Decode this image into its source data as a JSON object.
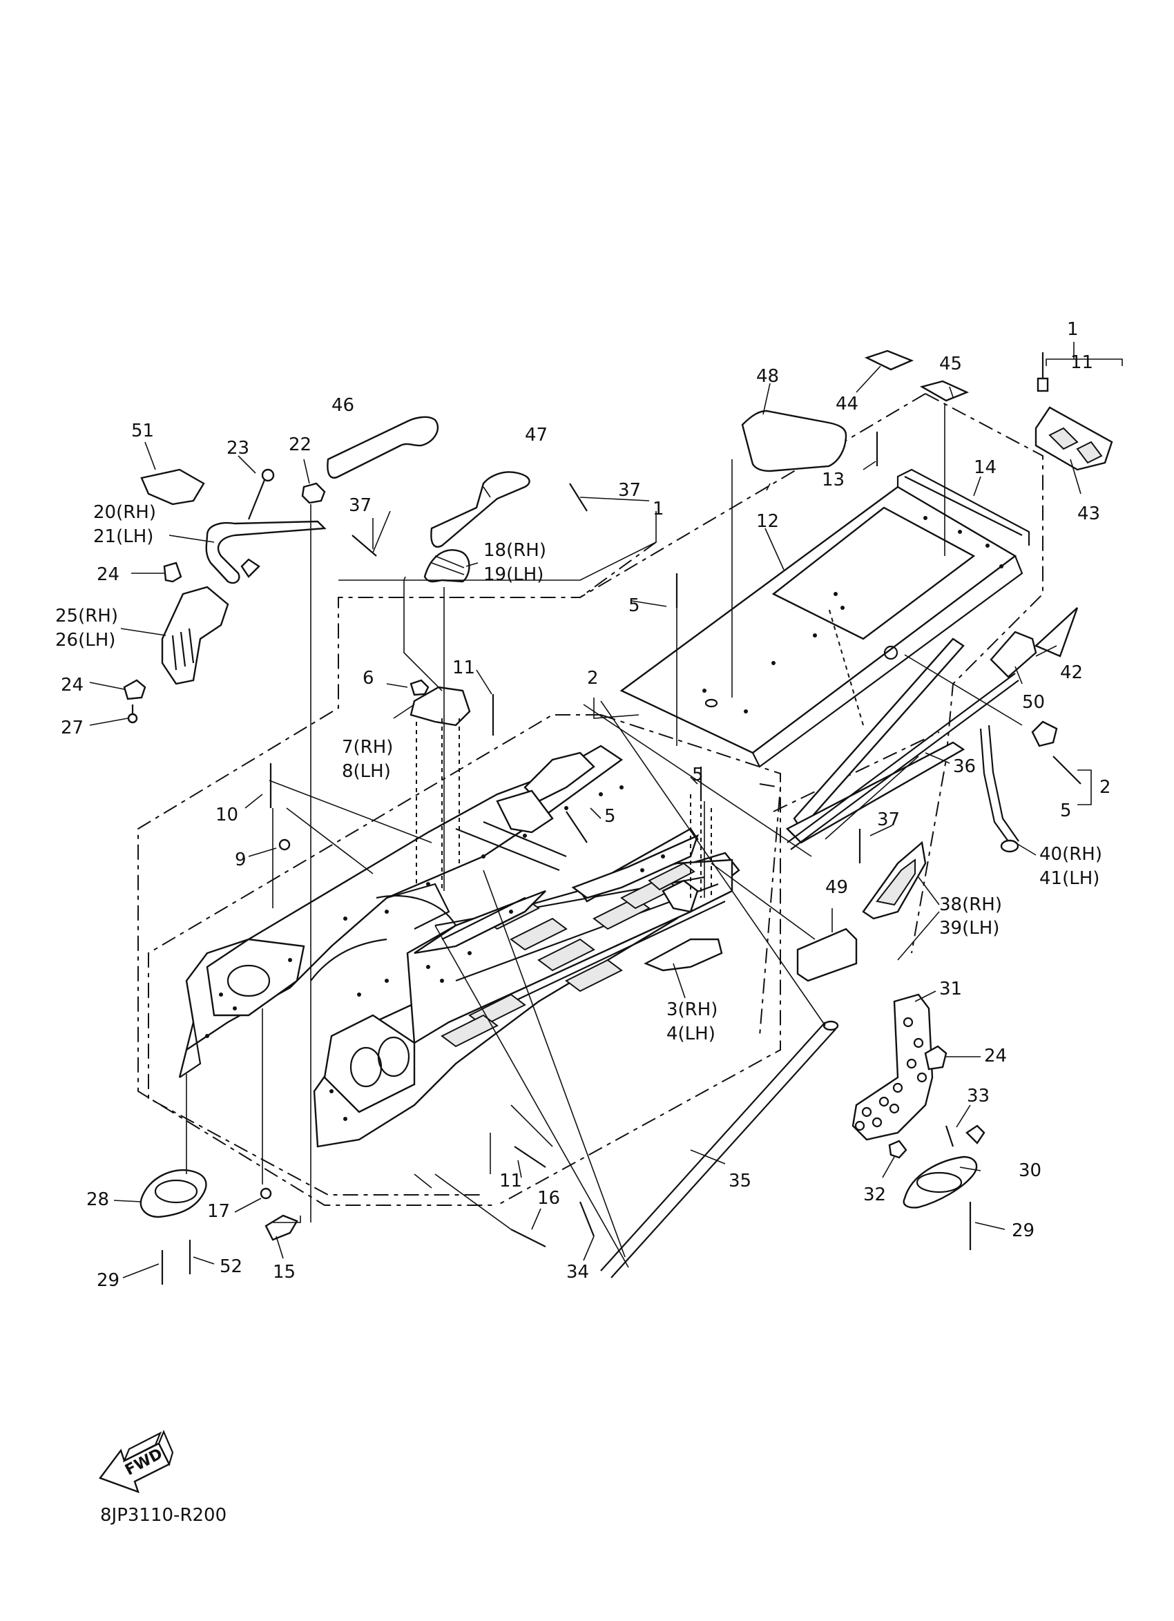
{
  "diagram_code": "8JP3110-R200",
  "fwd_label": "FWD",
  "callouts": {
    "c1_top": "1",
    "c11_top": "11",
    "c43": "43",
    "c44": "44",
    "c45": "45",
    "c48": "48",
    "c13": "13",
    "c14": "14",
    "c12": "12",
    "c42": "42",
    "c50": "50",
    "c36": "36",
    "c5_r": "5",
    "c2_r": "2",
    "c40": "40(RH)",
    "c41": "41(LH)",
    "c37_r": "37",
    "c38": "38(RH)",
    "c39": "39(LH)",
    "c49": "49",
    "c31": "31",
    "c24_r": "24",
    "c33": "33",
    "c30": "30",
    "c32": "32",
    "c29_r": "29",
    "c35": "35",
    "c34": "34",
    "c16": "16",
    "c11_low": "11",
    "c3": "3(RH)",
    "c4": "4(LH)",
    "c5_mid": "5",
    "c5_left": "5",
    "c2_mid": "2",
    "c1_mid": "1",
    "c37_mid": "37",
    "c47": "47",
    "c46": "46",
    "c51": "51",
    "c23": "23",
    "c22": "22",
    "c20": "20(RH)",
    "c21": "21(LH)",
    "c24_a": "24",
    "c25": "25(RH)",
    "c26": "26(LH)",
    "c24_b": "24",
    "c27": "27",
    "c37_l": "37",
    "c18": "18(RH)",
    "c19": "19(LH)",
    "c6": "6",
    "c11_mid": "11",
    "c7": "7(RH)",
    "c8": "8(LH)",
    "c10": "10",
    "c9": "9",
    "c5_center": "5",
    "c28": "28",
    "c29_l": "29",
    "c52": "52",
    "c17": "17",
    "c15": "15"
  }
}
